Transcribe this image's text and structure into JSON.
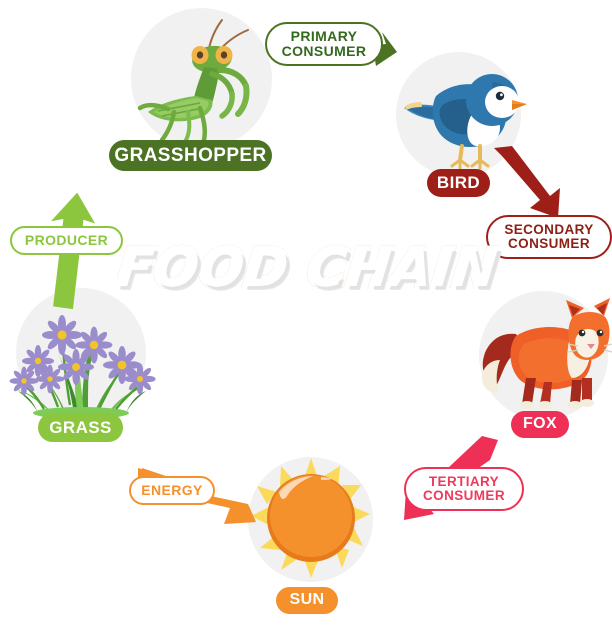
{
  "diagram": {
    "title": "FOOD CHAIN",
    "background_color": "#ffffff",
    "circle_fill": "#f0f1f0",
    "type": "cycle-diagram"
  },
  "nodes": [
    {
      "key": "grasshopper",
      "label": "GRASSHOPPER",
      "icon": "praying-mantis-icon",
      "pill_fill": "#4c7223",
      "pill_text": "#ffffff",
      "pill_style": "filled"
    },
    {
      "key": "bird",
      "label": "BIRD",
      "icon": "blue-bird-icon",
      "pill_fill": "#9d1f18",
      "pill_text": "#ffffff",
      "pill_style": "filled"
    },
    {
      "key": "fox",
      "label": "FOX",
      "icon": "fox-icon",
      "pill_fill": "#ee2f56",
      "pill_text": "#ffffff",
      "pill_style": "filled"
    },
    {
      "key": "sun",
      "label": "SUN",
      "icon": "sun-icon",
      "pill_fill": "#f5912c",
      "pill_text": "#ffffff",
      "pill_style": "filled"
    },
    {
      "key": "grass",
      "label": "GRASS",
      "icon": "grass-flowers-icon",
      "pill_fill": "#8cc63e",
      "pill_text": "#ffffff",
      "pill_style": "filled"
    }
  ],
  "arrows": [
    {
      "key": "primary_consumer",
      "label": "PRIMARY\nCONSUMER",
      "from": "grasshopper",
      "to": "bird",
      "color": "#4c7223",
      "pill_style": "outline",
      "direction": "down-right"
    },
    {
      "key": "secondary_consumer",
      "label": "SECONDARY\nCONSUMER",
      "from": "bird",
      "to": "fox",
      "color": "#9d1f18",
      "pill_style": "outline",
      "direction": "down-right"
    },
    {
      "key": "tertiary_consumer",
      "label": "TERTIARY\nCONSUMER",
      "from": "fox",
      "to": "sun",
      "color": "#ee2f56",
      "pill_style": "outline",
      "direction": "down-left"
    },
    {
      "key": "energy",
      "label": "ENERGY",
      "from": "sun",
      "to": "grass",
      "color": "#f5912c",
      "pill_style": "outline",
      "direction": "up-left"
    },
    {
      "key": "producer",
      "label": "PRODUCER",
      "from": "grass",
      "to": "grasshopper",
      "color": "#8cc63e",
      "pill_style": "outline",
      "direction": "up"
    }
  ]
}
